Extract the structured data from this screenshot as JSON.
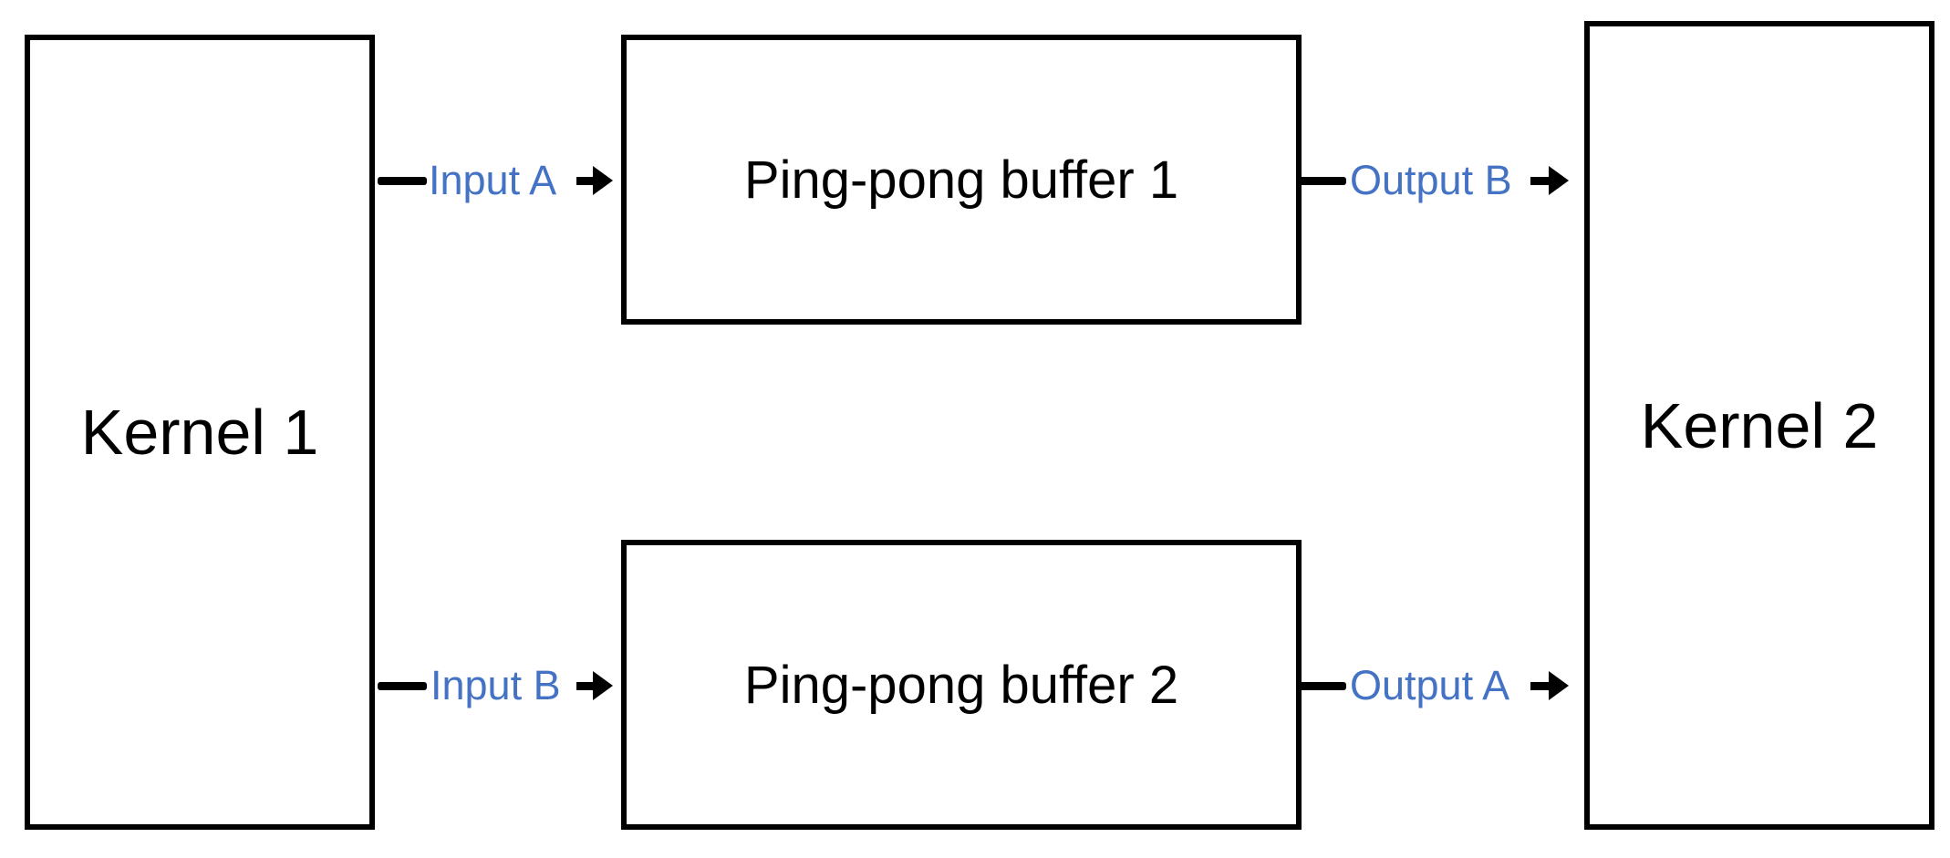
{
  "colors": {
    "stroke": "#000000",
    "connector_label": "#4472C4",
    "background": "#ffffff"
  },
  "kernels": [
    {
      "label": "Kernel 1"
    },
    {
      "label": "Kernel 2"
    }
  ],
  "buffers": [
    {
      "label": "Ping-pong buffer 1"
    },
    {
      "label": "Ping-pong buffer 2"
    }
  ],
  "connectors": {
    "input_a": "Input A",
    "input_b": "Input B",
    "output_b": "Output B",
    "output_a": "Output A"
  }
}
